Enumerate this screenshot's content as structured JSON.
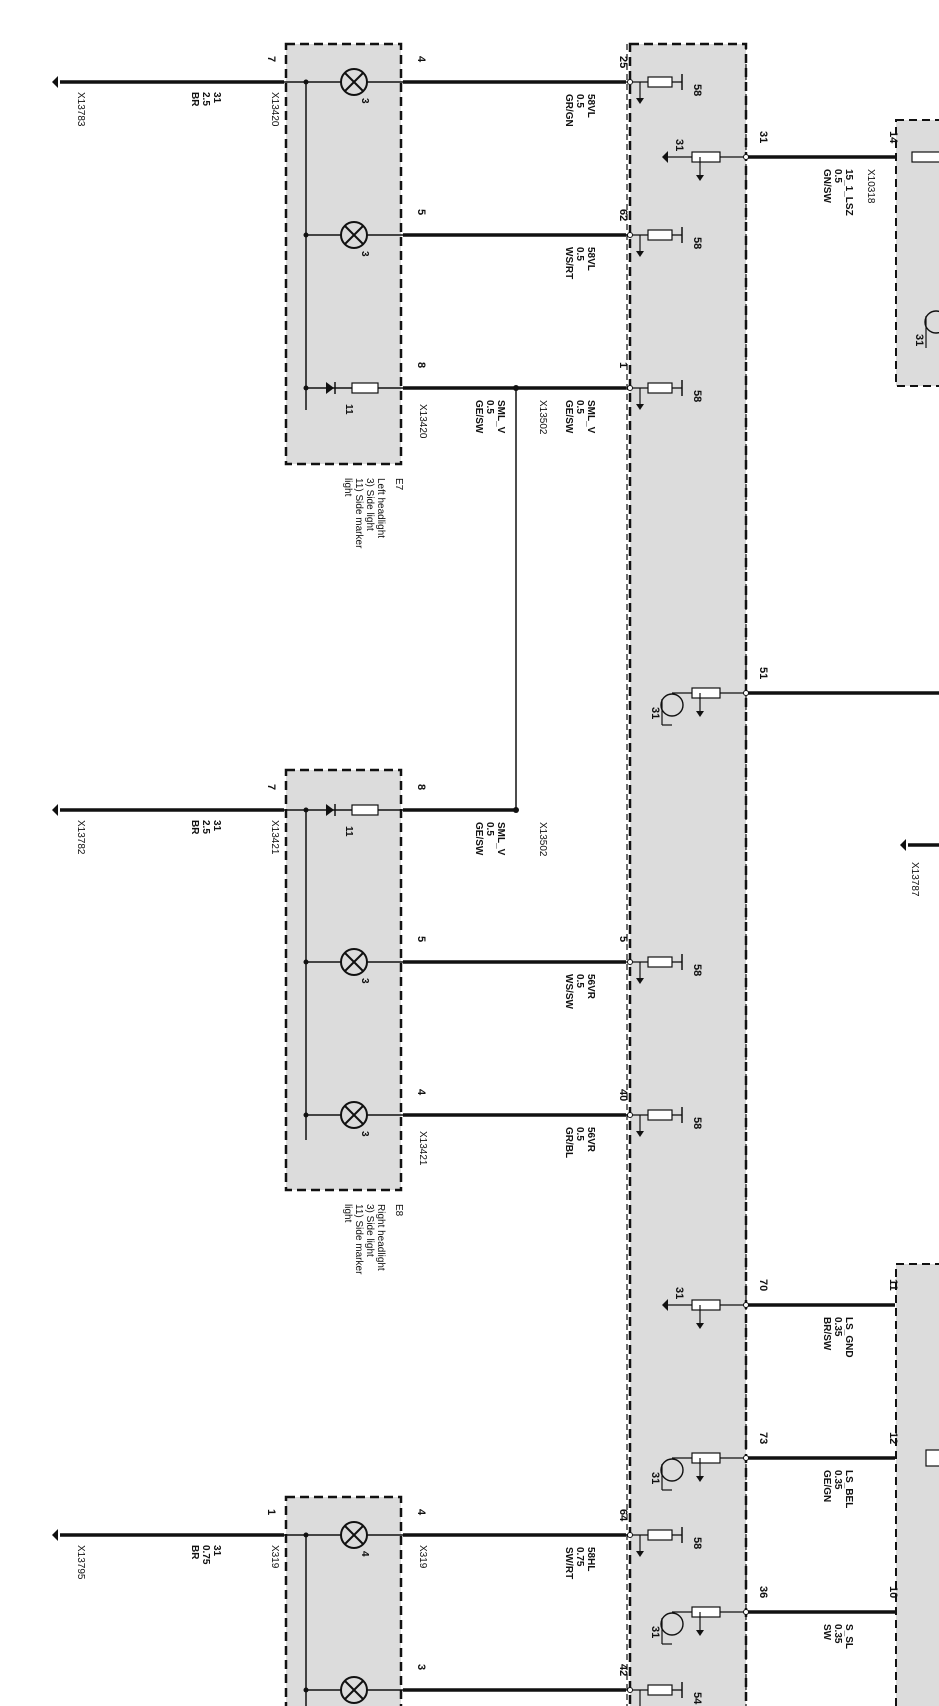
{
  "module_left": {
    "pins": [
      {
        "pin": "25",
        "wire": [
          "58VL",
          "0.5",
          "GR/GN"
        ],
        "function": "58"
      },
      {
        "pin": "62",
        "wire": [
          "58VL",
          "0.5",
          "WS/RT"
        ],
        "function": "58"
      },
      {
        "pin": "1",
        "wire": [
          "SML_V",
          "0.5",
          "GE/SW"
        ],
        "function": "58"
      },
      {
        "pin": "5",
        "wire": [
          "56VR",
          "0.5",
          "WS/SW"
        ],
        "function": "58"
      },
      {
        "pin": "40",
        "wire": [
          "56VR",
          "0.5",
          "GR/BL"
        ],
        "function": "58"
      },
      {
        "pin": "64",
        "wire": [
          "58HL",
          "0.75",
          "SW/RT"
        ],
        "function": "58"
      },
      {
        "pin": "42",
        "wire": [
          "",
          "",
          ""
        ],
        "function": "54"
      }
    ],
    "ground_labels": [
      "31",
      "31",
      "31",
      "31",
      "31"
    ]
  },
  "module_right_pins": [
    {
      "pin": "31",
      "wire": [
        "15_1_LSZ",
        "0.5",
        "GN/SW"
      ],
      "remote_pin": "14",
      "connector": "X10318"
    },
    {
      "pin": "51",
      "wire": [
        "",
        "",
        ""
      ],
      "remote_pin": "",
      "connector": ""
    },
    {
      "pin": "70",
      "wire": [
        "LS_GND",
        "0.35",
        "BR/SW"
      ],
      "remote_pin": "11",
      "connector": ""
    },
    {
      "pin": "73",
      "wire": [
        "LS_BEL",
        "0.35",
        "GE/GN"
      ],
      "remote_pin": "12",
      "connector": ""
    },
    {
      "pin": "36",
      "wire": [
        "S_SL",
        "0.35",
        "SW"
      ],
      "remote_pin": "10",
      "connector": ""
    }
  ],
  "connector_x13787": "X13787",
  "remote_ground_label": "31",
  "splice": "X13502",
  "headlights": [
    {
      "id": "E7",
      "title": "Left headlight",
      "legend": [
        "3) Side light",
        "11) Side marker",
        "light"
      ],
      "ground_pin": "7",
      "ground_wire": [
        "31",
        "2.5",
        "BR"
      ],
      "ground_connector": "X13783",
      "connector": "X13420",
      "pins": [
        "4",
        "5",
        "8"
      ],
      "elements": [
        "3",
        "3",
        "11"
      ]
    },
    {
      "id": "E8",
      "title": "Right headlight",
      "legend": [
        "3) Side light",
        "11) Side marker",
        "light"
      ],
      "ground_pin": "7",
      "ground_wire": [
        "31",
        "2.5",
        "BR"
      ],
      "ground_connector": "X13782",
      "connector": "X13421",
      "pins": [
        "8",
        "5",
        "4"
      ],
      "elements": [
        "11",
        "3",
        "3"
      ]
    },
    {
      "id": "",
      "title": "",
      "legend": [],
      "ground_pin": "1",
      "ground_wire": [
        "31",
        "0.75",
        "BR"
      ],
      "ground_connector": "X13795",
      "connector": "X319",
      "pins": [
        "4",
        "3"
      ],
      "elements": [
        "4",
        ""
      ]
    }
  ]
}
